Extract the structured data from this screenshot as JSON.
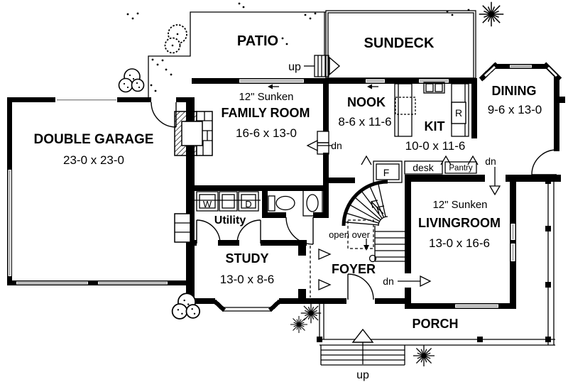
{
  "rooms": {
    "patio": {
      "name": "PATIO"
    },
    "sundeck": {
      "name": "SUNDECK"
    },
    "garage": {
      "name": "DOUBLE GARAGE",
      "dims": "23-0 x 23-0"
    },
    "family_room": {
      "note": "12\" Sunken",
      "name": "FAMILY ROOM",
      "dims": "16-6 x 13-0"
    },
    "nook": {
      "name": "NOOK",
      "dims": "8-6 x 11-6"
    },
    "kitchen": {
      "name": "KIT",
      "dims": "10-0 x 11-6"
    },
    "dining": {
      "name": "DINING",
      "dims": "9-6 x 13-0"
    },
    "utility": {
      "name": "Utility"
    },
    "study": {
      "name": "STUDY",
      "dims": "13-0 x 8-6"
    },
    "foyer": {
      "name": "FOYER"
    },
    "living_room": {
      "note": "12\" Sunken",
      "name": "LIVINGROOM",
      "dims": "13-0 x 16-6"
    },
    "porch": {
      "name": "PORCH"
    }
  },
  "annotations": {
    "up_sundeck": "up",
    "up_entry": "up",
    "dn_nook": "dn",
    "dn_dining": "dn",
    "dn_living": "dn",
    "open_over": "open over"
  },
  "fixtures": {
    "washer": "W",
    "dryer": "D",
    "fridge": "R",
    "freezer": "F",
    "desk": "desk",
    "pantry": "Pantry"
  },
  "colors": {
    "ink": "#000000",
    "paper": "#ffffff"
  }
}
